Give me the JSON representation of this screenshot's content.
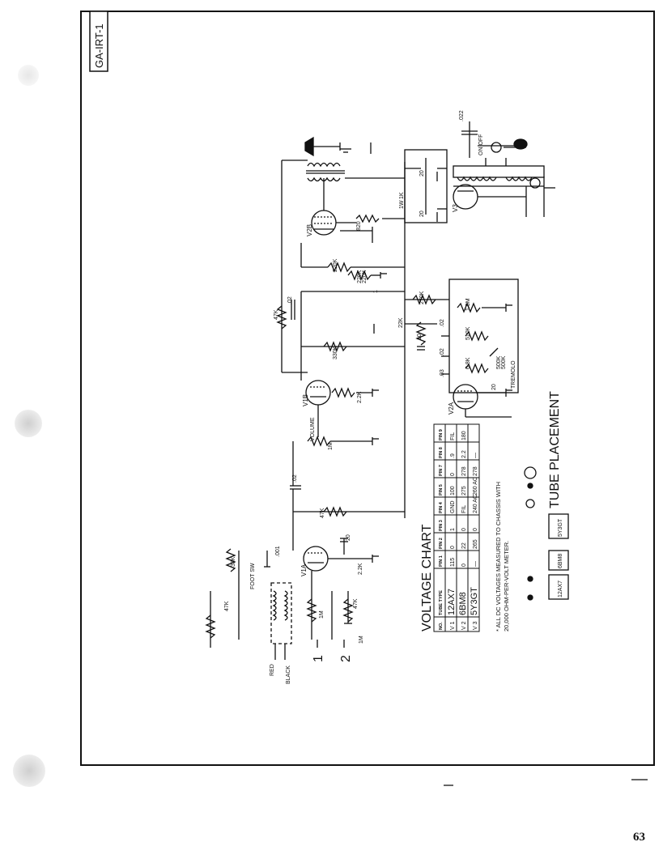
{
  "sheet_id": "GA-IRT-1",
  "page_number": "63",
  "schematic": {
    "speaker_label": "",
    "tube_labels": {
      "v1a": "V1A",
      "v1b": "V1B",
      "v2a": "V2A",
      "v2b": "V2B",
      "v3": "V3"
    },
    "inputs": {
      "in1": "1",
      "in2": "2"
    },
    "pickup_wires": {
      "red": "RED",
      "black": "BLACK"
    },
    "foot_switch": "FOOT SW",
    "volume": "VOLUME",
    "tremolo": "TREMOLO",
    "power_switch": "ON OFF",
    "tremolo_pot": "500K",
    "values": [
      "47K",
      "33K",
      "1M",
      "1M",
      "47K",
      ".001",
      "2.2K",
      "20",
      "47K",
      ".02",
      "1M",
      ".02",
      "330K",
      "2.2K",
      "47K",
      "270K",
      "22K",
      "10",
      "220K",
      "220K",
      "1K",
      "1W",
      "20",
      "20",
      ".02",
      ".02",
      "1.5M",
      "510K",
      "6.8K",
      "20",
      "1",
      "220K",
      ".03",
      ".022",
      "500K",
      "820"
    ]
  },
  "voltage_chart": {
    "title": "VOLTAGE CHART",
    "columns": [
      "NO.",
      "TUBE TYPE",
      "PIN 1",
      "PIN 2",
      "PIN 3",
      "PIN 4",
      "PIN 5",
      "PIN 7",
      "PIN 8",
      "PIN 9"
    ],
    "rows": [
      [
        "V 1",
        "12AX7",
        "115",
        "0",
        "1",
        "GND",
        "100",
        "0",
        ".9",
        "FIL"
      ],
      [
        "V 2",
        "6BM8",
        "0",
        "22",
        "0",
        "FIL",
        "275",
        "278",
        "2.2",
        "180"
      ],
      [
        "V 3",
        "5Y3GT",
        "—",
        "265",
        "0",
        "240 AC",
        "260 AC",
        "278",
        "—",
        ""
      ]
    ],
    "footnote": "* ALL DC VOLTAGES MEASURED TO CHASSIS WITH 20,000 OHM-PER-VOLT METER."
  },
  "tube_placement": {
    "title": "TUBE PLACEMENT",
    "tubes": [
      "12AX7",
      "6BM8",
      "5Y3GT"
    ]
  }
}
